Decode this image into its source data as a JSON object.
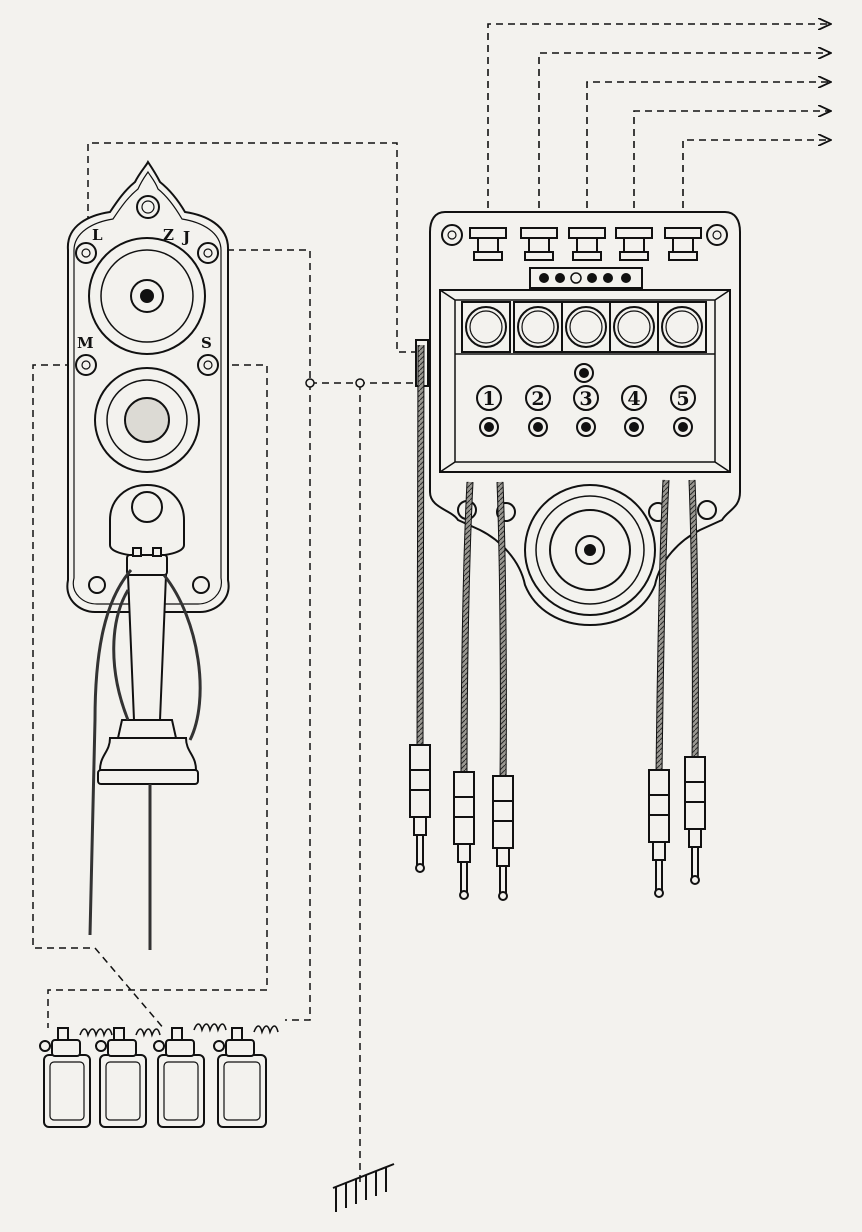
{
  "telephone": {
    "terminal_labels": [
      "L",
      "Z",
      "J",
      "M",
      "S"
    ]
  },
  "switchboard": {
    "jack_numbers": [
      "1",
      "2",
      "3",
      "4",
      "5"
    ]
  },
  "colors": {
    "ink": "#111111",
    "paper": "#f3f2ee",
    "shade": "#dcdad4"
  }
}
